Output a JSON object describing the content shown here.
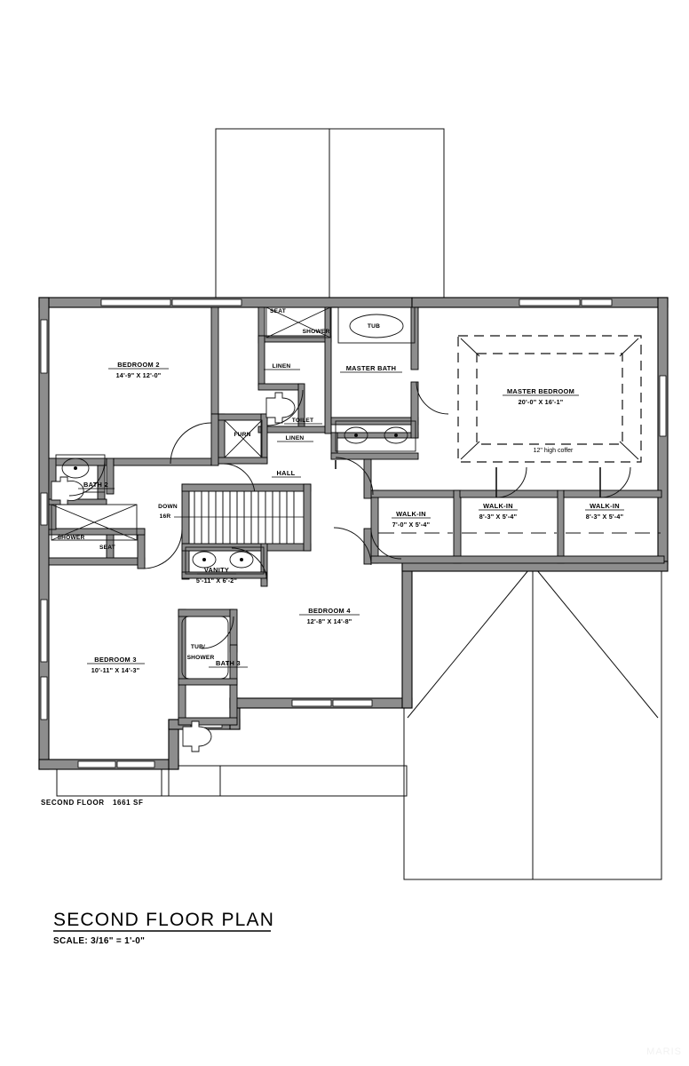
{
  "document": {
    "title": "SECOND FLOOR PLAN",
    "scale": "SCALE: 3/16\" = 1'-0\"",
    "area_note_label": "SECOND FLOOR",
    "area_note_value": "1661 SF",
    "watermark": "MARIS"
  },
  "rooms": {
    "bedroom2": {
      "name": "BEDROOM 2",
      "dim": "14'-9\" X 12'-0\""
    },
    "bedroom3": {
      "name": "BEDROOM 3",
      "dim": "10'-11\" X 14'-3\""
    },
    "bedroom4": {
      "name": "BEDROOM 4",
      "dim": "12'-8\" X 14'-8\""
    },
    "master_bedroom": {
      "name": "MASTER BEDROOM",
      "dim": "20'-0\" X 16'-1\"",
      "note": "12\" high coffer"
    },
    "master_bath": {
      "name": "MASTER BATH"
    },
    "bath2": {
      "name": "BATH 2"
    },
    "bath3": {
      "name": "BATH 3"
    },
    "hall": {
      "name": "HALL"
    },
    "vanity": {
      "name": "VANITY",
      "dim": "5'-11\" X 6'-2\""
    },
    "walkin1": {
      "name": "WALK-IN",
      "dim": "7'-0\" X 5'-4\""
    },
    "walkin2": {
      "name": "WALK-IN",
      "dim": "8'-3\" X 5'-4\""
    },
    "walkin3": {
      "name": "WALK-IN",
      "dim": "8'-3\" X 5'-4\""
    }
  },
  "fixtures": {
    "tub": "TUB",
    "shower_master": "SHOWER",
    "seat_master": "SEAT",
    "shower_bath2": "SHOWER",
    "seat_bath2": "SEAT",
    "tub_shower_line1": "TUB/",
    "tub_shower_line2": "SHOWER",
    "toilet": "TOILET",
    "linen_upper": "LINEN",
    "linen_lower": "LINEN",
    "furnace": "FURN",
    "stairs_label_line1": "DOWN",
    "stairs_label_line2": "16R"
  },
  "colors": {
    "wall_fill": "#8d8d8d",
    "line": "#000000",
    "thin_line": "#1a1a1a",
    "paper": "#ffffff",
    "watermark": "#f2f2f2"
  }
}
